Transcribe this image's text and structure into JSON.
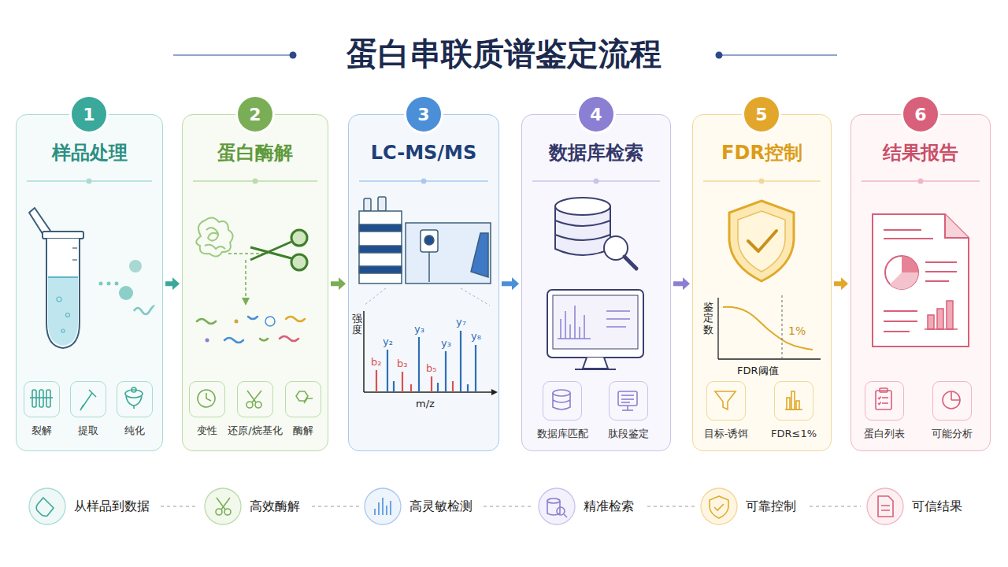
{
  "diagram": {
    "title": "蛋白串联质谱鉴定流程",
    "nodes": [
      {
        "text": [
          "样品处理"
        ]
      },
      {
        "text": [
          "1"
        ],
        "in": 0
      },
      {
        "text": [
          "裂解"
        ],
        "in": 0
      },
      {
        "text": [
          "提取"
        ],
        "in": 0
      },
      {
        "text": [
          "纯化"
        ],
        "in": 0
      },
      {
        "text": [
          "蛋白酶解"
        ]
      },
      {
        "text": [
          "2"
        ],
        "in": 5
      },
      {
        "text": [
          "变性"
        ],
        "in": 5
      },
      {
        "text": [
          "还原/烷基化"
        ],
        "in": 5
      },
      {
        "text": [
          "酶解"
        ],
        "in": 5
      },
      {
        "text": [
          "LC-MS/MS"
        ]
      },
      {
        "text": [
          "3"
        ],
        "in": 10
      },
      {
        "text": [
          "数据库检索"
        ]
      },
      {
        "text": [
          "4"
        ],
        "in": 12
      },
      {
        "text": [
          "数据库匹配"
        ],
        "in": 12
      },
      {
        "text": [
          "肽段鉴定"
        ],
        "in": 12
      },
      {
        "text": [
          "FDR控制"
        ]
      },
      {
        "text": [
          "5"
        ],
        "in": 16
      },
      {
        "text": [
          "目标-诱饵"
        ],
        "in": 16
      },
      {
        "text": [
          "FDR≤1%"
        ],
        "in": 16
      },
      {
        "text": [
          "结果报告"
        ]
      },
      {
        "text": [
          "6"
        ],
        "in": 20
      },
      {
        "text": [
          "蛋白列表"
        ],
        "in": 20
      },
      {
        "text": [
          "可能分析"
        ],
        "in": 20
      }
    ],
    "edges": [
      {
        "from": 0,
        "to": 5,
        "arrow": "to"
      },
      {
        "from": 5,
        "to": 10,
        "arrow": "to"
      },
      {
        "from": 10,
        "to": 12,
        "arrow": "to"
      },
      {
        "from": 12,
        "to": 16,
        "arrow": "to"
      },
      {
        "from": 16,
        "to": 20,
        "arrow": "to"
      }
    ],
    "labels": [
      "强度",
      "m/z",
      "b₂",
      "y₂",
      "b₃",
      "y₃",
      "b₅",
      "y₃",
      "y₇",
      "y₈",
      "鉴定数",
      "1%",
      "FDR阈值",
      "从样品到数据",
      "高效酶解",
      "高灵敏检测",
      "精准检索",
      "可靠控制",
      "可信结果"
    ]
  }
}
